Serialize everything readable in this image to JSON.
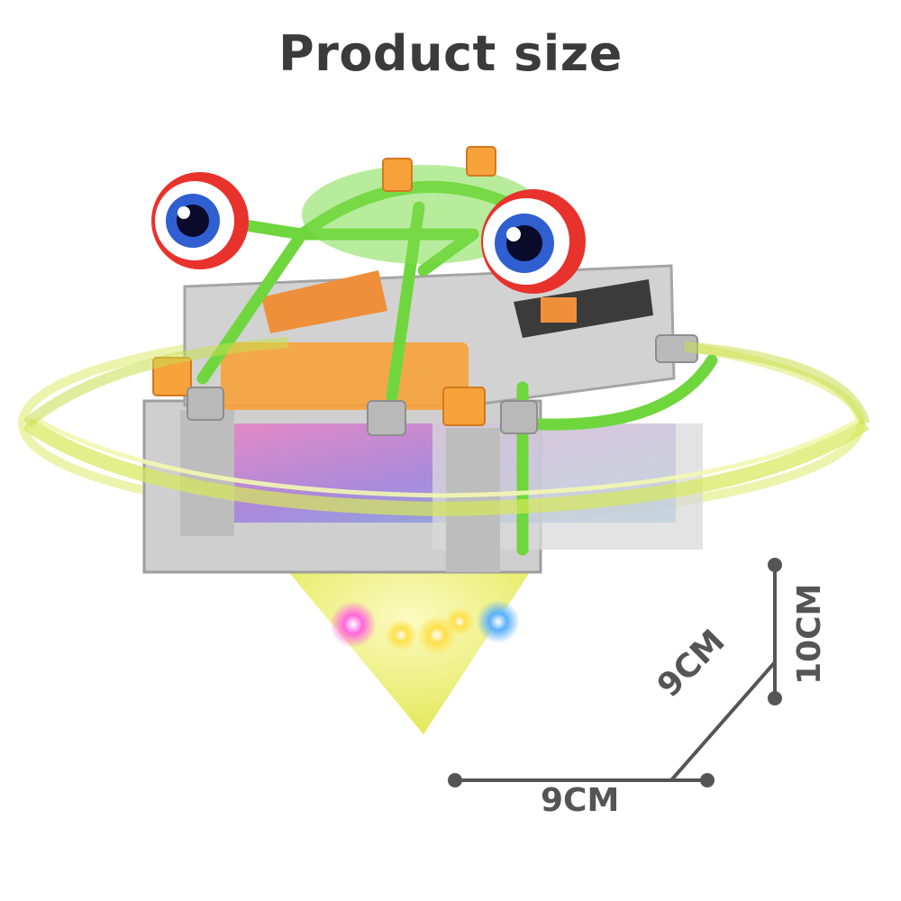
{
  "title": "Product size",
  "product": {
    "image": "spinning-top-robot-toy",
    "colors": {
      "frame_green": "#6fd63e",
      "body_gray": "#c8c8c8",
      "accent_orange": "#f7a23a",
      "eye_red": "#e8322c",
      "eye_blue": "#2f5fd0",
      "glow_yellow": "#e7ef6a"
    }
  },
  "dimensions": {
    "width_label": "9CM",
    "depth_label": "9CM",
    "height_label": "10CM",
    "line_color": "#555555"
  }
}
